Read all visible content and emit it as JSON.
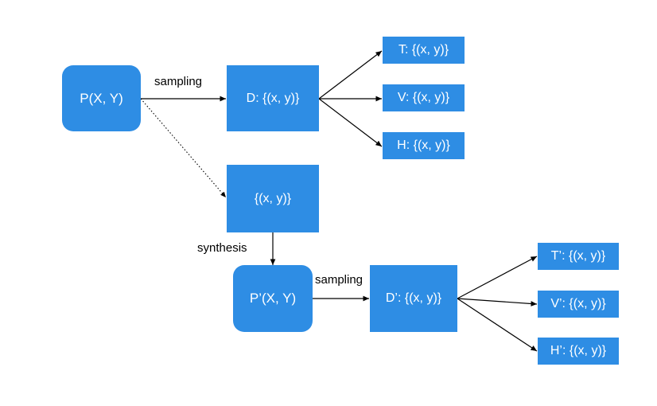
{
  "colors": {
    "node_fill": "#2e8de4",
    "node_text": "#ffffff",
    "edge": "#000000"
  },
  "nodes": {
    "p": "P(X, Y)",
    "d": "D: {(x, y)}",
    "t": "T: {(x, y)}",
    "v": "V: {(x, y)}",
    "h": "H: {(x, y)}",
    "s": "{(x, y)}",
    "p2": "P’(X, Y)",
    "d2": "D’: {(x, y)}",
    "t2": "T’: {(x, y)}",
    "v2": "V’: {(x, y)}",
    "h2": "H’: {(x, y)}"
  },
  "labels": {
    "sampling_top": "sampling",
    "synthesis": "synthesis",
    "sampling_bottom": "sampling"
  }
}
